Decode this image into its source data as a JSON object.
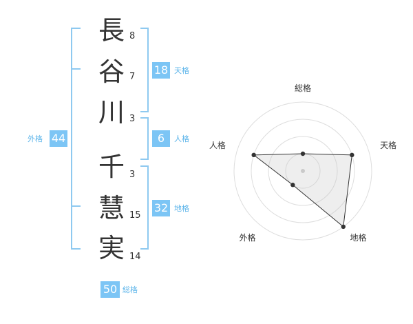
{
  "name": {
    "chars": [
      {
        "kanji": "長",
        "strokes": "8"
      },
      {
        "kanji": "谷",
        "strokes": "7"
      },
      {
        "kanji": "川",
        "strokes": "3"
      },
      {
        "kanji": "千",
        "strokes": "3"
      },
      {
        "kanji": "慧",
        "strokes": "15"
      },
      {
        "kanji": "実",
        "strokes": "14"
      }
    ]
  },
  "kaku": {
    "tenkaku": {
      "value": "18",
      "label": "天格"
    },
    "jinkaku": {
      "value": "6",
      "label": "人格"
    },
    "chikaku": {
      "value": "32",
      "label": "地格"
    },
    "gaikaku": {
      "value": "44",
      "label": "外格"
    },
    "soukaku": {
      "value": "50",
      "label": "総格"
    }
  },
  "colors": {
    "accent": "#7cc5f5",
    "bracket": "#8ec9f0",
    "label": "#5bb4ea"
  },
  "chart_data": {
    "type": "radar",
    "axes": [
      "総格",
      "天格",
      "地格",
      "外格",
      "人格"
    ],
    "levels": 4,
    "values": [
      1,
      3,
      4,
      1,
      3
    ],
    "max": 4,
    "grid": true,
    "legend": "none"
  }
}
